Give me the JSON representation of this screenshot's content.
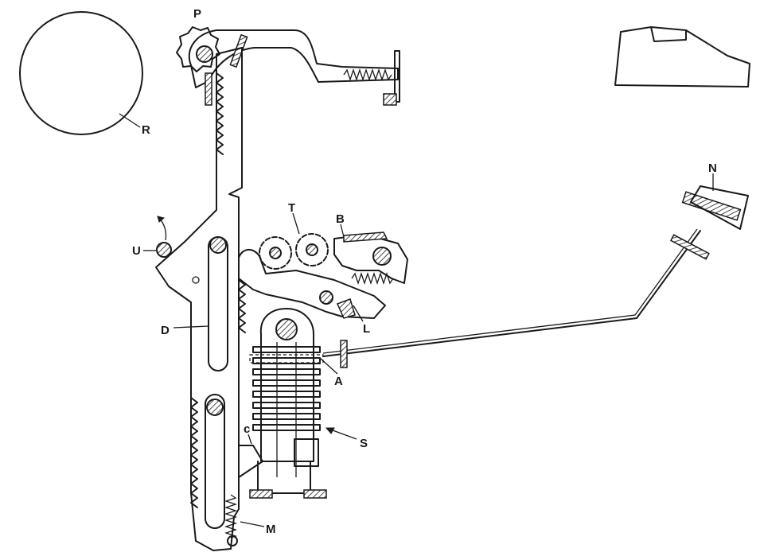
{
  "labels": {
    "P": "P",
    "R": "R",
    "N": "N",
    "T": "T",
    "B": "B",
    "U": "U",
    "D": "D",
    "L": "L",
    "A": "A",
    "S": "S",
    "c": "c",
    "M": "M"
  }
}
